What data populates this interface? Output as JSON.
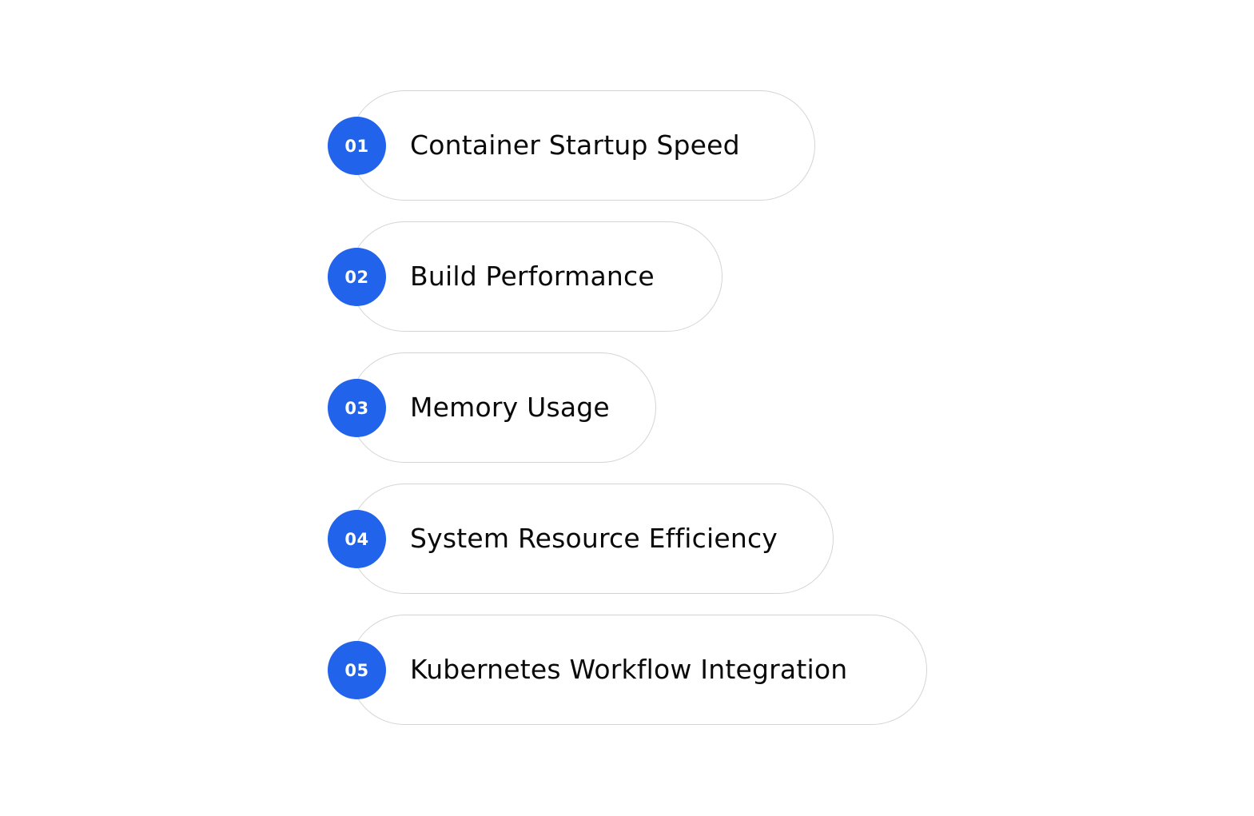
{
  "colors": {
    "accent": "#2163eb",
    "pill_border": "#d4d4d4",
    "text": "#0a0a0a",
    "background": "#ffffff"
  },
  "items": [
    {
      "number": "01",
      "label": "Container Startup Speed"
    },
    {
      "number": "02",
      "label": "Build Performance"
    },
    {
      "number": "03",
      "label": "Memory Usage"
    },
    {
      "number": "04",
      "label": "System Resource Efficiency"
    },
    {
      "number": "05",
      "label": "Kubernetes Workflow Integration"
    }
  ]
}
